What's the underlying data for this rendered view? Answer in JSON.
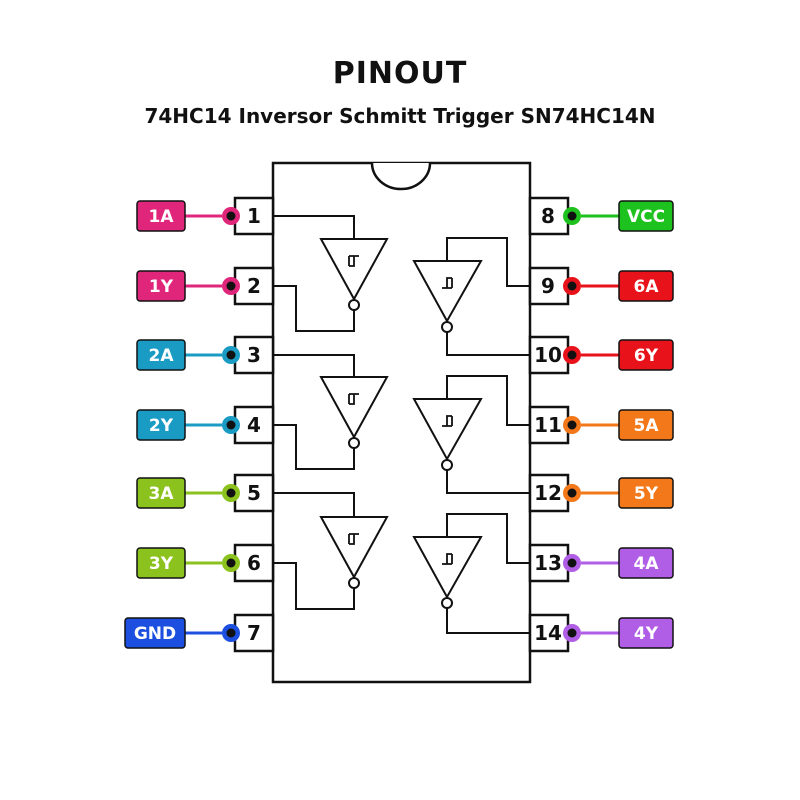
{
  "title": "PINOUT",
  "subtitle": "74HC14 Inversor Schmitt Trigger SN74HC14N",
  "pins": [
    {
      "num": "1",
      "label": "1A",
      "color": "#e0267a",
      "side": "left"
    },
    {
      "num": "2",
      "label": "1Y",
      "color": "#e0267a",
      "side": "left"
    },
    {
      "num": "3",
      "label": "2A",
      "color": "#1a9bc4",
      "side": "left"
    },
    {
      "num": "4",
      "label": "2Y",
      "color": "#1a9bc4",
      "side": "left"
    },
    {
      "num": "5",
      "label": "3A",
      "color": "#8cc21e",
      "side": "left"
    },
    {
      "num": "6",
      "label": "3Y",
      "color": "#8cc21e",
      "side": "left"
    },
    {
      "num": "7",
      "label": "GND",
      "color": "#1c4fe0",
      "side": "left"
    },
    {
      "num": "8",
      "label": "VCC",
      "color": "#1ec21e",
      "side": "right"
    },
    {
      "num": "9",
      "label": "6A",
      "color": "#e8121a",
      "side": "right"
    },
    {
      "num": "10",
      "label": "6Y",
      "color": "#e8121a",
      "side": "right"
    },
    {
      "num": "11",
      "label": "5A",
      "color": "#f2781a",
      "side": "right"
    },
    {
      "num": "12",
      "label": "5Y",
      "color": "#f2781a",
      "side": "right"
    },
    {
      "num": "13",
      "label": "4A",
      "color": "#b05ee6",
      "side": "right"
    },
    {
      "num": "14",
      "label": "4Y",
      "color": "#b05ee6",
      "side": "right"
    }
  ]
}
